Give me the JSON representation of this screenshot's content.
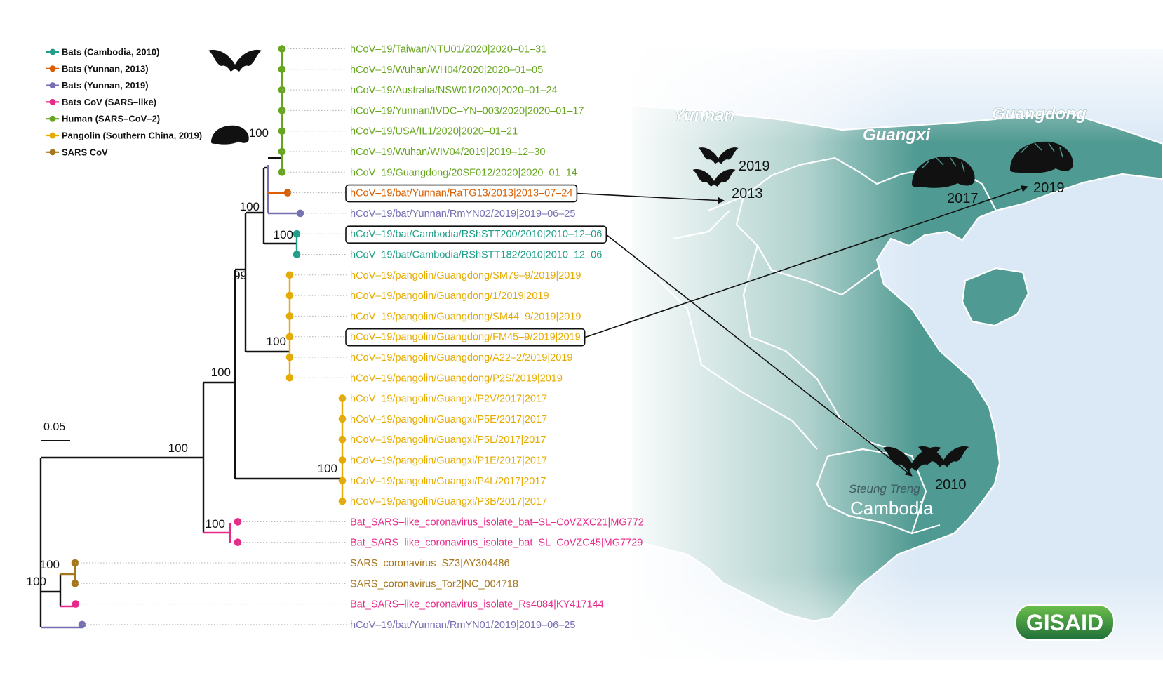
{
  "legend": [
    {
      "label": "Bats (Cambodia, 2010)",
      "color": "#1f9e89"
    },
    {
      "label": "Bats (Yunnan, 2013)",
      "color": "#d95f02"
    },
    {
      "label": "Bats (Yunnan, 2019)",
      "color": "#7570b3"
    },
    {
      "label": "Bats CoV (SARS–like)",
      "color": "#e7298a"
    },
    {
      "label": "Human (SARS–CoV–2)",
      "color": "#66a61e"
    },
    {
      "label": "Pangolin (Southern China, 2019)",
      "color": "#e6ab02"
    },
    {
      "label": "SARS CoV",
      "color": "#a6761d"
    }
  ],
  "scale_bar": "0.05",
  "tips": [
    {
      "label": "hCoV–19/Taiwan/NTU01/2020|2020–01–31",
      "group": "Human (SARS–CoV–2)"
    },
    {
      "label": "hCoV–19/Wuhan/WH04/2020|2020–01–05",
      "group": "Human (SARS–CoV–2)"
    },
    {
      "label": "hCoV–19/Australia/NSW01/2020|2020–01–24",
      "group": "Human (SARS–CoV–2)"
    },
    {
      "label": "hCoV–19/Yunnan/IVDC–YN–003/2020|2020–01–17",
      "group": "Human (SARS–CoV–2)"
    },
    {
      "label": "hCoV–19/USA/IL1/2020|2020–01–21",
      "group": "Human (SARS–CoV–2)"
    },
    {
      "label": "hCoV–19/Wuhan/WIV04/2019|2019–12–30",
      "group": "Human (SARS–CoV–2)"
    },
    {
      "label": "hCoV–19/Guangdong/20SF012/2020|2020–01–14",
      "group": "Human (SARS–CoV–2)"
    },
    {
      "label": "hCoV–19/bat/Yunnan/RaTG13/2013|2013–07–24",
      "group": "Bats (Yunnan, 2013)",
      "boxed": true
    },
    {
      "label": "hCoV–19/bat/Yunnan/RmYN02/2019|2019–06–25",
      "group": "Bats (Yunnan, 2019)"
    },
    {
      "label": "hCoV–19/bat/Cambodia/RShSTT200/2010|2010–12–06",
      "group": "Bats (Cambodia, 2010)",
      "boxed": true
    },
    {
      "label": "hCoV–19/bat/Cambodia/RShSTT182/2010|2010–12–06",
      "group": "Bats (Cambodia, 2010)"
    },
    {
      "label": "hCoV–19/pangolin/Guangdong/SM79–9/2019|2019",
      "group": "Pangolin (Southern China, 2019)"
    },
    {
      "label": "hCoV–19/pangolin/Guangdong/1/2019|2019",
      "group": "Pangolin (Southern China, 2019)"
    },
    {
      "label": "hCoV–19/pangolin/Guangdong/SM44–9/2019|2019",
      "group": "Pangolin (Southern China, 2019)"
    },
    {
      "label": "hCoV–19/pangolin/Guangdong/FM45–9/2019|2019",
      "group": "Pangolin (Southern China, 2019)",
      "boxed": true
    },
    {
      "label": "hCoV–19/pangolin/Guangdong/A22–2/2019|2019",
      "group": "Pangolin (Southern China, 2019)"
    },
    {
      "label": "hCoV–19/pangolin/Guangdong/P2S/2019|2019",
      "group": "Pangolin (Southern China, 2019)"
    },
    {
      "label": "hCoV–19/pangolin/Guangxi/P2V/2017|2017",
      "group": "Pangolin (Southern China, 2019)"
    },
    {
      "label": "hCoV–19/pangolin/Guangxi/P5E/2017|2017",
      "group": "Pangolin (Southern China, 2019)"
    },
    {
      "label": "hCoV–19/pangolin/Guangxi/P5L/2017|2017",
      "group": "Pangolin (Southern China, 2019)"
    },
    {
      "label": "hCoV–19/pangolin/Guangxi/P1E/2017|2017",
      "group": "Pangolin (Southern China, 2019)"
    },
    {
      "label": "hCoV–19/pangolin/Guangxi/P4L/2017|2017",
      "group": "Pangolin (Southern China, 2019)"
    },
    {
      "label": "hCoV–19/pangolin/Guangxi/P3B/2017|2017",
      "group": "Pangolin (Southern China, 2019)"
    },
    {
      "label": "Bat_SARS–like_coronavirus_isolate_bat–SL–CoVZXC21|MG772",
      "group": "Bats CoV (SARS–like)"
    },
    {
      "label": "Bat_SARS–like_coronavirus_isolate_bat–SL–CoVZC45|MG7729",
      "group": "Bats CoV (SARS–like)"
    },
    {
      "label": "SARS_coronavirus_SZ3|AY304486",
      "group": "SARS CoV"
    },
    {
      "label": "SARS_coronavirus_Tor2|NC_004718",
      "group": "SARS CoV"
    },
    {
      "label": "Bat_SARS–like_coronavirus_isolate_Rs4084|KY417144",
      "group": "Bats CoV (SARS–like)"
    },
    {
      "label": "hCoV–19/bat/Yunnan/RmYN01/2019|2019–06–25",
      "group": "Bats (Yunnan, 2019)"
    }
  ],
  "bootstrap": [
    "100",
    "100",
    "100",
    "99",
    "100",
    "100",
    "100",
    "100",
    "100",
    "100",
    "100"
  ],
  "map": {
    "regions": [
      "Yunnan",
      "Guangxi",
      "Guangdong"
    ],
    "years": [
      "2019",
      "2013",
      "2017",
      "2019",
      "2010"
    ],
    "place": "Steung Treng",
    "country": "Cambodia",
    "land_color": "#4f9a92",
    "sea_color": "#dbe9f6"
  },
  "logo": "GISAID"
}
